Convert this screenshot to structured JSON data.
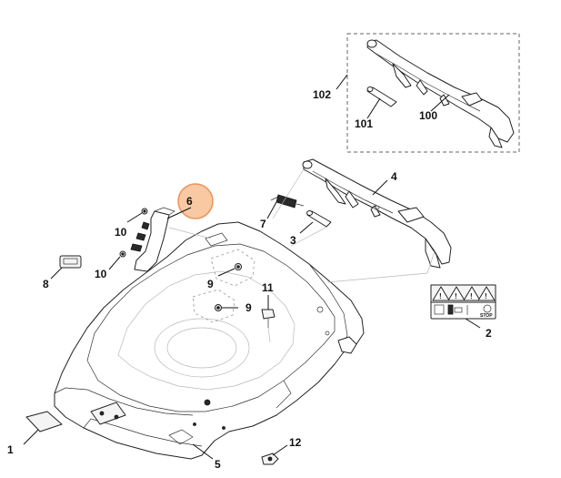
{
  "callouts": {
    "c1": "1",
    "c2": "2",
    "c3": "3",
    "c4": "4",
    "c5": "5",
    "c6": "6",
    "c7": "7",
    "c8": "8",
    "c9a": "9",
    "c9b": "9",
    "c10a": "10",
    "c10b": "10",
    "c11": "11",
    "c12": "12",
    "c100": "100",
    "c101": "101",
    "c102": "102"
  },
  "label_plate": {
    "stop_text": "STOP"
  },
  "colors": {
    "highlight_fill": "#f9c9a3",
    "highlight_stroke": "#e8955a",
    "line": "#222222"
  }
}
